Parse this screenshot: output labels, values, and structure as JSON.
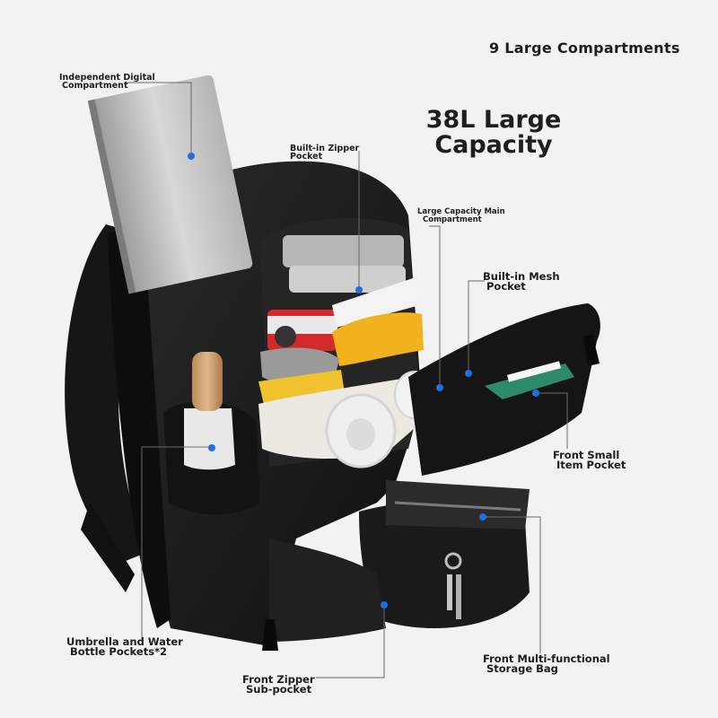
{
  "headline": "9 Large Compartments",
  "capacity": {
    "line1": "38L Large",
    "line2": "Capacity"
  },
  "callouts": {
    "digital": {
      "line1": "Independent Digital",
      "line2": "Compartment"
    },
    "zipper_pocket": {
      "line1": "Built-in Zipper",
      "line2": "Pocket"
    },
    "main": {
      "line1": "Large Capacity Main",
      "line2": "Compartment"
    },
    "mesh": {
      "line1": "Built-in Mesh",
      "line2": "Pocket"
    },
    "front_small": {
      "line1": "Front Small",
      "line2": "Item Pocket"
    },
    "umbrella": {
      "line1": "Umbrella and Water",
      "line2": "Bottle Pockets*2"
    },
    "front_zipper": {
      "line1": "Front Zipper",
      "line2": "Sub-pocket"
    },
    "multi": {
      "line1": "Front Multi-functional",
      "line2": "Storage Bag"
    }
  },
  "colors": {
    "background": "#f2f2f2",
    "bag": "#1a1a1a",
    "marker": "#1e6fe0",
    "leader_line": "#6a6a6a"
  }
}
